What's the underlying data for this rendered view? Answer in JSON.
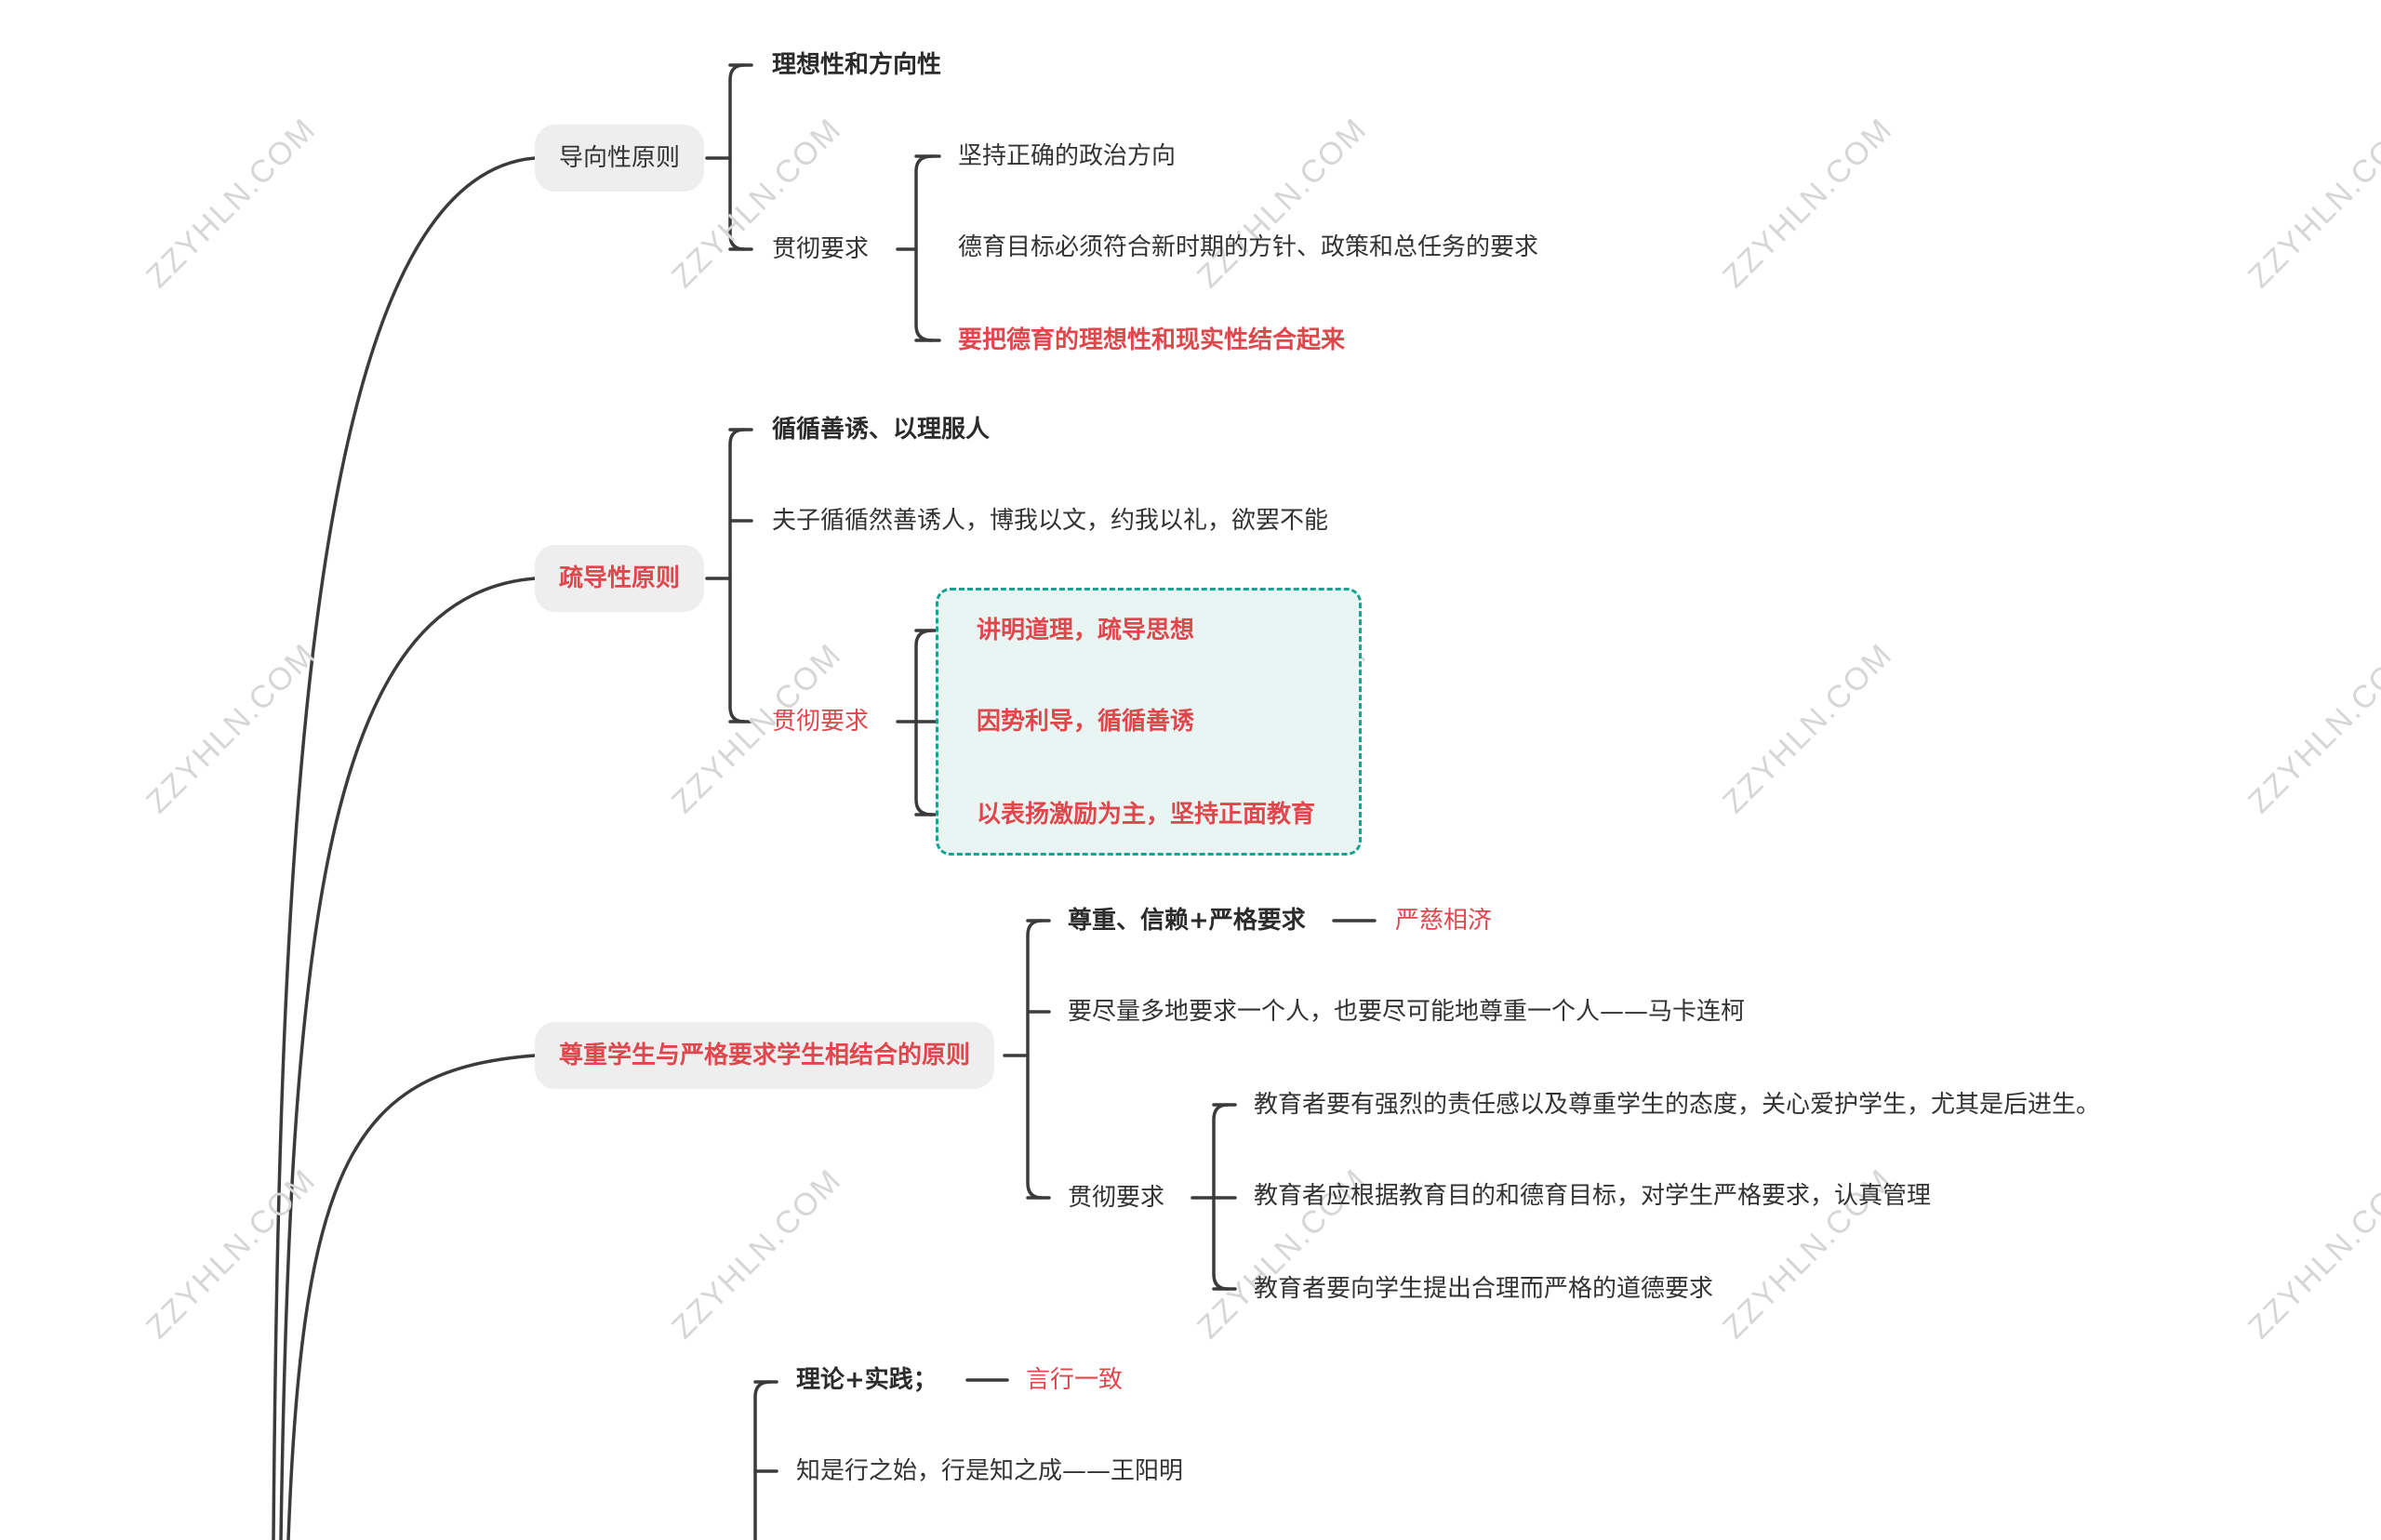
{
  "watermark": "ZZYHLN.COM",
  "colors": {
    "line": "#3b3b3b",
    "highlight_red": "#e0474c",
    "callout_border": "#17a391",
    "callout_fill": "#e8f5f3",
    "pill_bg": "#eeeeee"
  },
  "branches": {
    "b1": {
      "title": "导向性原则",
      "point": "理想性和方向性",
      "req_label": "贯彻要求",
      "reqs": [
        "坚持正确的政治方向",
        "德育目标必须符合新时期的方针、政策和总任务的要求",
        "要把德育的理想性和现实性结合起来"
      ]
    },
    "b2": {
      "title": "疏导性原则",
      "point": "循循善诱、以理服人",
      "quote": "夫子循循然善诱人，博我以文，约我以礼，欲罢不能",
      "req_label": "贯彻要求",
      "reqs": [
        "讲明道理，疏导思想",
        "因势利导，循循善诱",
        "以表扬激励为主，坚持正面教育"
      ]
    },
    "b3": {
      "title": "尊重学生与严格要求学生相结合的原则",
      "point": "尊重、信赖+严格要求",
      "point_tag": "严慈相济",
      "quote": "要尽量多地要求一个人，也要尽可能地尊重一个人——马卡连柯",
      "req_label": "贯彻要求",
      "reqs": [
        "教育者要有强烈的责任感以及尊重学生的态度，关心爱护学生，尤其是后进生。",
        "教育者应根据教育目的和德育目标，对学生严格要求，认真管理",
        "教育者要向学生提出合理而严格的道德要求"
      ]
    },
    "b4": {
      "point": "理论+实践；",
      "point_tag": "言行一致",
      "quote": "知是行之始，行是知之成——王阳明"
    }
  }
}
